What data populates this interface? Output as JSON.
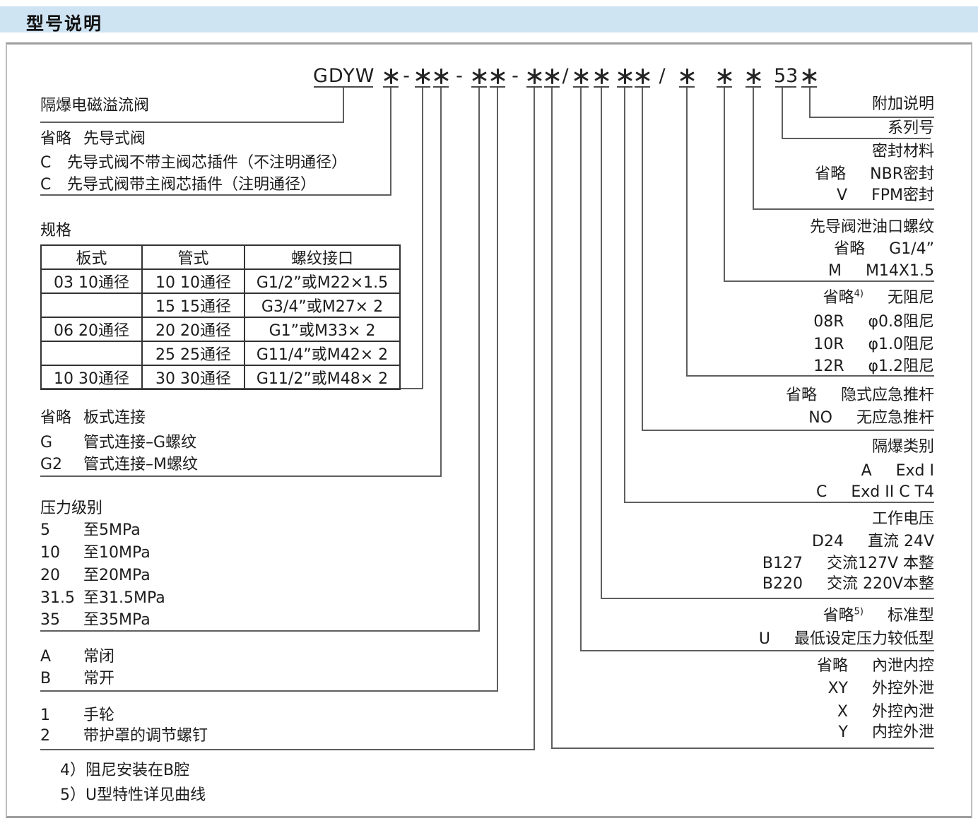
{
  "page_title": "型号说明",
  "model_code": {
    "prefix": "GDYW",
    "dash": "-",
    "slash": "/",
    "series_number": "53"
  },
  "left": {
    "valve_name": "隔爆电磁溢流阀",
    "pilot_options": [
      {
        "code": "省略",
        "label": "先导式阀"
      },
      {
        "code": "C",
        "label": "先导式阀不带主阀芯插件（不注明通径）"
      },
      {
        "code": "C",
        "label": "先导式阀带主阀芯插件（注明通径）"
      }
    ],
    "spec_label": "规格",
    "spec_table": {
      "headers": [
        "板式",
        "管式",
        "螺纹接口"
      ],
      "rows": [
        [
          "03 10通径",
          "10 10通径",
          "G1/2”或M22×1.5"
        ],
        [
          "",
          "15 15通径",
          "G3/4”或M27× 2"
        ],
        [
          "06 20通径",
          "20 20通径",
          "G1”或M33× 2"
        ],
        [
          "",
          "25 25通径",
          "G11/4”或M42× 2"
        ],
        [
          "10 30通径",
          "30 30通径",
          "G11/2”或M48× 2"
        ]
      ]
    },
    "connection_options": [
      {
        "code": "省略",
        "label": "板式连接"
      },
      {
        "code": "G",
        "label": "管式连接–G螺纹"
      },
      {
        "code": "G2",
        "label": "管式连接–M螺纹"
      }
    ],
    "pressure_label": "压力级别",
    "pressure_options": [
      {
        "code": "5",
        "label": "至5MPa"
      },
      {
        "code": "10",
        "label": "至10MPa"
      },
      {
        "code": "20",
        "label": "至20MPa"
      },
      {
        "code": "31.5",
        "label": "至31.5MPa"
      },
      {
        "code": "35",
        "label": "至35MPa"
      }
    ],
    "function_options": [
      {
        "code": "A",
        "label": "常闭"
      },
      {
        "code": "B",
        "label": "常开"
      }
    ],
    "adjust_options": [
      {
        "code": "1",
        "label": "手轮"
      },
      {
        "code": "2",
        "label": "带护罩的调节螺钉"
      }
    ]
  },
  "right": {
    "additional_label": "附加说明",
    "series_label": "系列号",
    "seal_header": "密封材料",
    "seal_options": [
      {
        "code": "省略",
        "label": "NBR密封"
      },
      {
        "code": "V",
        "label": "FPM密封"
      }
    ],
    "drain_header": "先导阀泄油口螺纹",
    "drain_options": [
      {
        "code": "省略",
        "label": "G1/4”"
      },
      {
        "code": "M",
        "label": "M14X1.5"
      }
    ],
    "damping_options": [
      {
        "code": "省略",
        "sup": "4)",
        "label": "无阻尼"
      },
      {
        "code": "08R",
        "sup": "",
        "label": "φ0.8阻尼"
      },
      {
        "code": "10R",
        "sup": "",
        "label": "φ1.0阻尼"
      },
      {
        "code": "12R",
        "sup": "",
        "label": "φ1.2阻尼"
      }
    ],
    "push_rod_options": [
      {
        "code": "省略",
        "label": "隐式应急推杆"
      },
      {
        "code": "NO",
        "label": "无应急推杆"
      }
    ],
    "explosion_header": "隔爆类别",
    "explosion_options": [
      {
        "code": "A",
        "label": "Exd I"
      },
      {
        "code": "C",
        "label": "Exd II C T4"
      }
    ],
    "voltage_header": "工作电压",
    "voltage_options": [
      {
        "code": "D24",
        "label": "直流 24V"
      },
      {
        "code": "B127",
        "label": "交流127V 本整"
      },
      {
        "code": "B220",
        "label": "交流 220V本整"
      }
    ],
    "type_options": [
      {
        "code": "省略",
        "sup": "5)",
        "label": "标准型"
      },
      {
        "code": "U",
        "sup": "",
        "label": "最低设定压力较低型"
      }
    ],
    "control_options": [
      {
        "code": "省略",
        "label": "內泄内控"
      },
      {
        "code": "XY",
        "label": "外控外泄"
      },
      {
        "code": "X",
        "label": "外控內泄"
      },
      {
        "code": "Y",
        "label": "内控外泄"
      }
    ]
  },
  "notes": [
    "4）阻尼安装在B腔",
    "5）U型特性详见曲线"
  ]
}
